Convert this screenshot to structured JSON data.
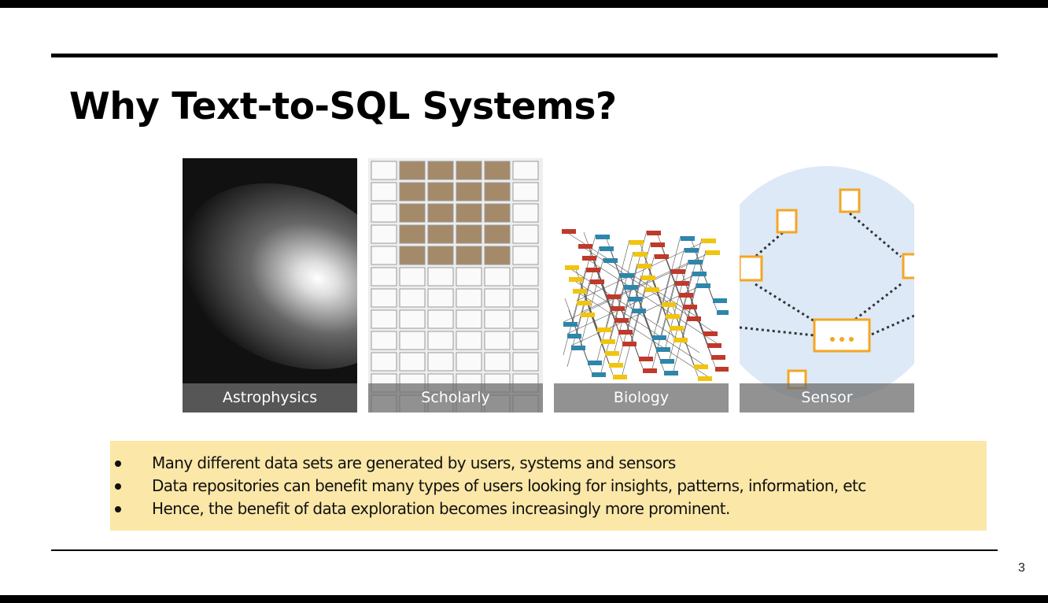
{
  "slide": {
    "title": "Why Text-to-SQL Systems?",
    "page_number": "3",
    "panels": [
      {
        "label": "Astrophysics",
        "icon": "galaxy-image"
      },
      {
        "label": "Scholarly",
        "icon": "document-grid-image"
      },
      {
        "label": "Biology",
        "icon": "network-graph-image"
      },
      {
        "label": "Sensor",
        "icon": "sensor-network-image"
      }
    ],
    "bullets": [
      "Many different data sets are generated by users, systems and sensors",
      "Data repositories can benefit many types of users looking for insights, patterns, information, etc",
      "Hence, the benefit of data exploration becomes increasingly more prominent."
    ],
    "colors": {
      "highlight_box": "#fbe7a8",
      "sensor_orange": "#f5a623"
    }
  }
}
